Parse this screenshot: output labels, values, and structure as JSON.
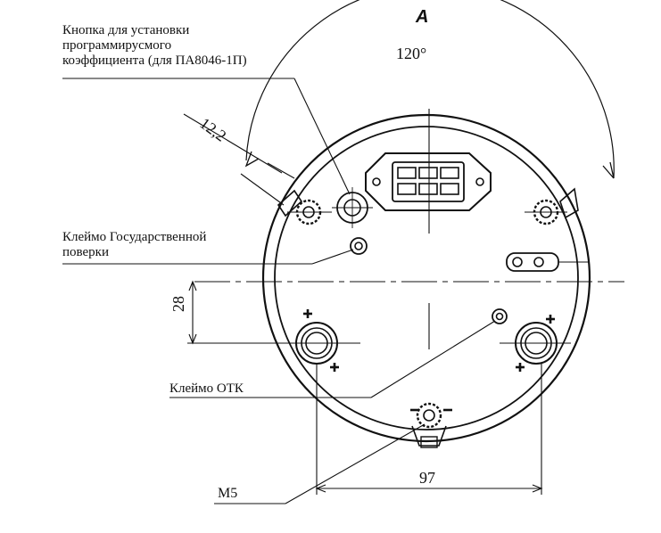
{
  "view_letter": "A",
  "dimensions": {
    "angle": "120°",
    "offset": "12,2",
    "height": "28",
    "width": "97"
  },
  "labels": {
    "button_line1": "Кнопка для установки",
    "button_line2": "программирусмого",
    "button_line3": "коэффициента (для ПА8046-1П)",
    "state_line1": "Клеймо Государственной",
    "state_line2": "поверки",
    "otk": "Клеймо ОТК",
    "thread": "М5"
  }
}
